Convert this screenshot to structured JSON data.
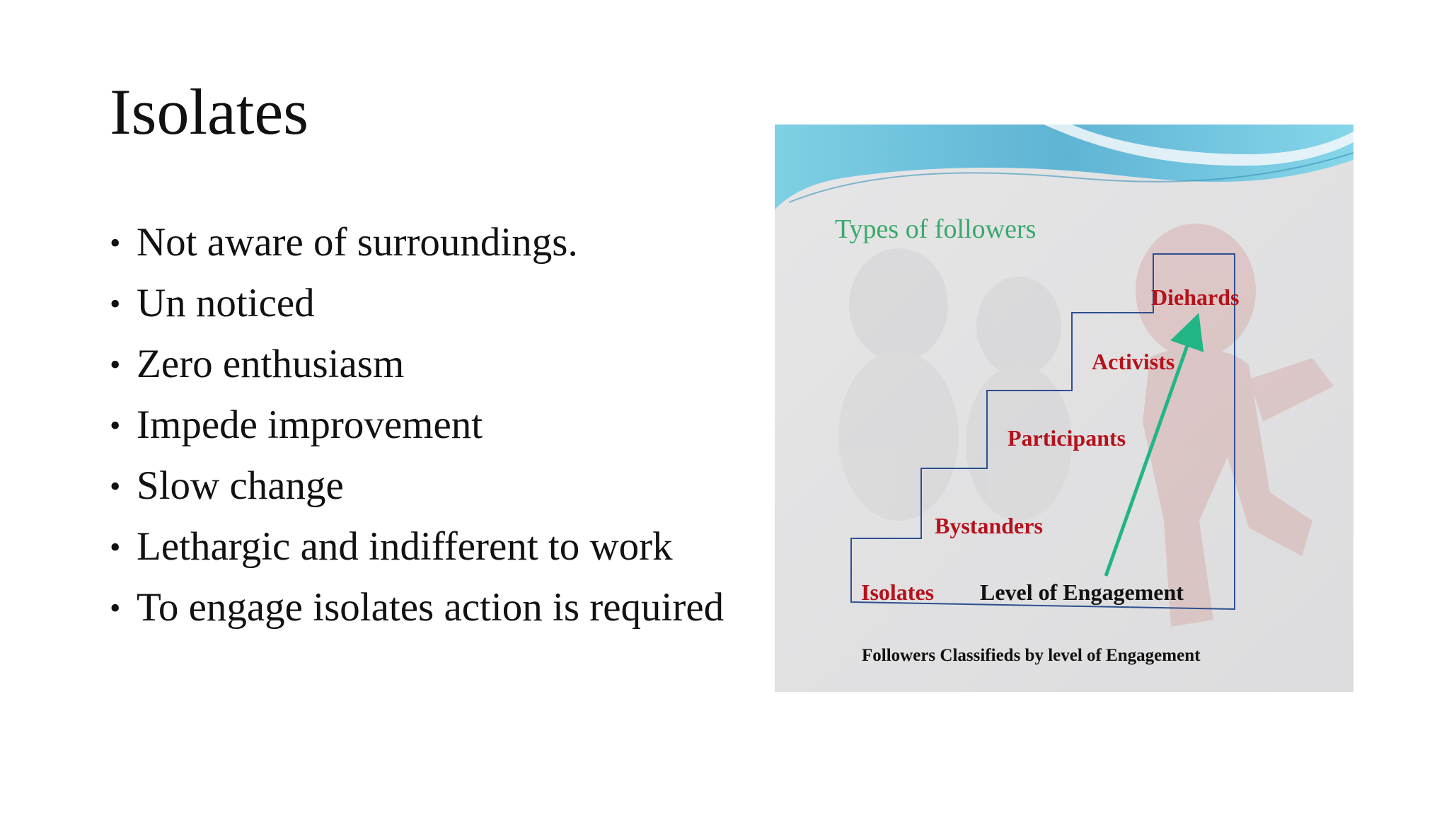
{
  "slide": {
    "title": "Isolates",
    "bullets": [
      "Not aware of surroundings.",
      "Un noticed",
      "Zero enthusiasm",
      "Impede improvement",
      "Slow change",
      "Lethargic and indifferent to work",
      "To engage isolates action is required"
    ]
  },
  "figure": {
    "heading": "Types of followers",
    "steps": [
      "Isolates",
      "Bystanders",
      "Participants",
      "Activists",
      "Diehards"
    ],
    "axis_label": "Level of Engagement",
    "caption": "Followers Classifieds by level of Engagement",
    "colors": {
      "heading": "#3aa86b",
      "step_label": "#b5121b",
      "arrow": "#22b585",
      "staircase": "#2e4f8f",
      "wave": "#5fb8d6"
    }
  }
}
